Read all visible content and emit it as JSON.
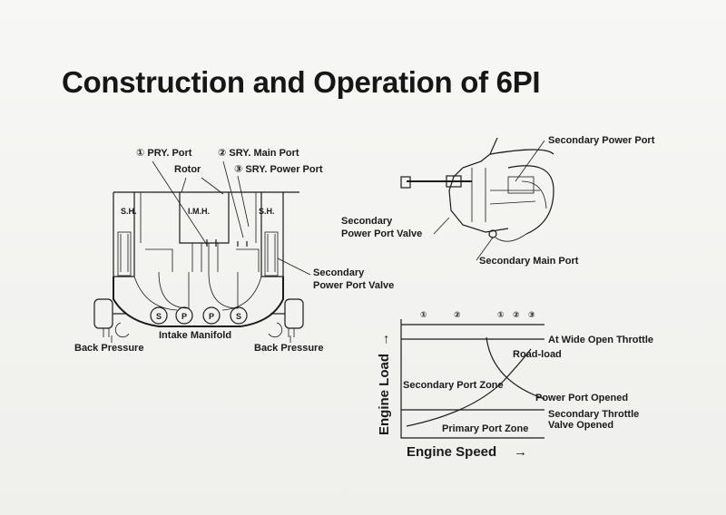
{
  "title": "Construction and Operation of 6PI",
  "manifold": {
    "pry_port": "① PRY. Port",
    "sry_main_port": "② SRY. Main Port",
    "sry_power_port": "③ SRY. Power Port",
    "rotor": "Rotor",
    "sh_left": "S.H.",
    "imh": "I.M.H.",
    "sh_right": "S.H.",
    "secondary_power_port_valve_line1": "Secondary",
    "secondary_power_port_valve_line2": "Power Port Valve",
    "ports": [
      "S",
      "P",
      "P",
      "S"
    ],
    "intake_manifold": "Intake Manifold",
    "back_pressure_left": "Back Pressure",
    "back_pressure_right": "Back Pressure"
  },
  "engine": {
    "secondary_power_port": "Secondary Power Port",
    "valve_line1": "Secondary",
    "valve_line2": "Power Port Valve",
    "secondary_main_port": "Secondary Main Port"
  },
  "chart": {
    "top_marks_left": [
      "①",
      "②"
    ],
    "top_marks_right": [
      "①",
      "②",
      "③"
    ],
    "y_label": "Engine Load",
    "x_label": "Engine Speed",
    "arrow": "→",
    "wide_open_throttle": "At Wide Open Throttle",
    "road_load": "Road-load",
    "secondary_port_zone": "Secondary Port Zone",
    "power_port_opened": "Power Port Opened",
    "secondary_throttle_line1": "Secondary Throttle",
    "secondary_throttle_line2": "Valve Opened",
    "primary_port_zone": "Primary Port Zone"
  }
}
